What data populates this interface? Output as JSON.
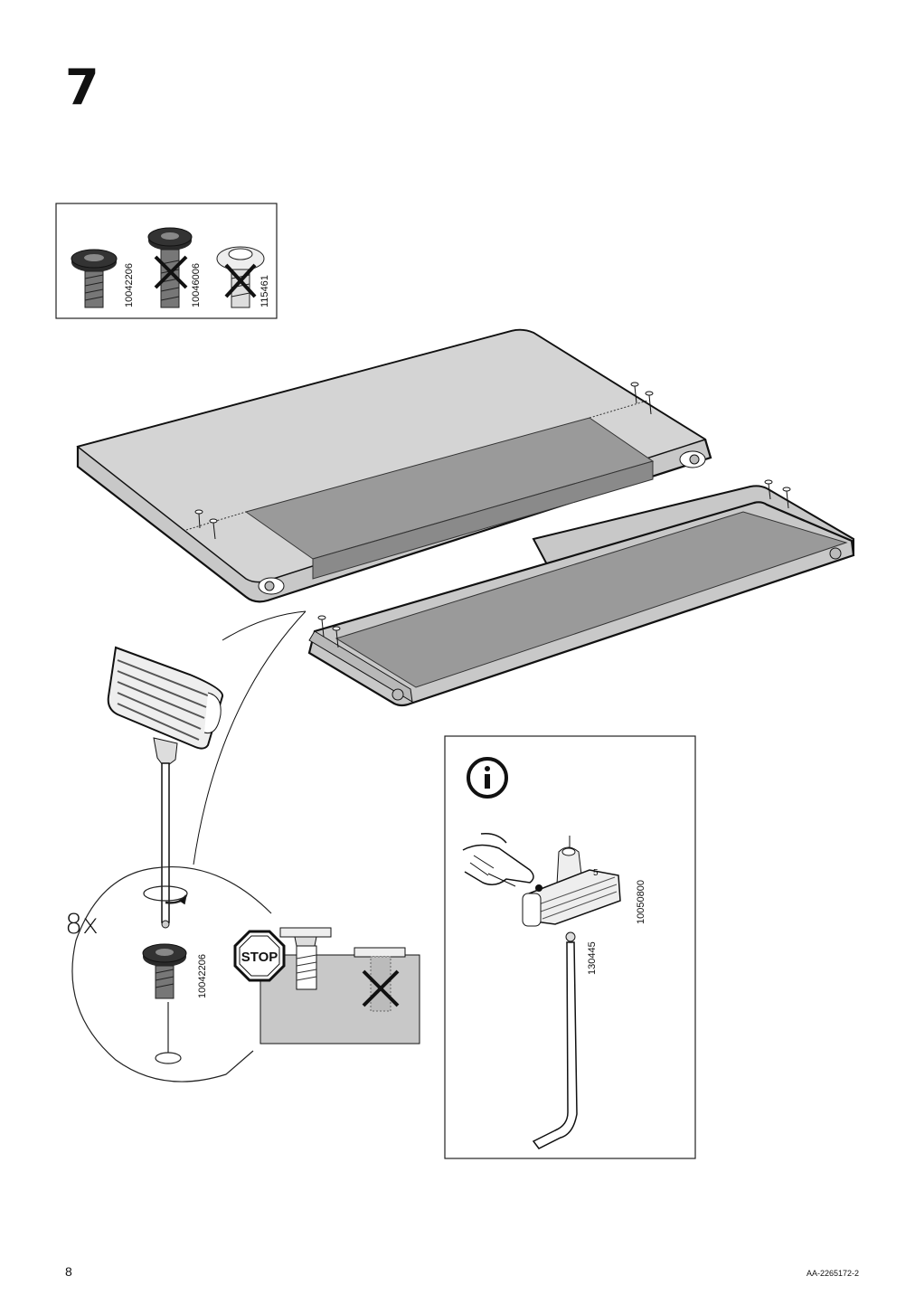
{
  "step": {
    "number": "7"
  },
  "screw_panel": {
    "items": [
      {
        "code": "10042206",
        "correct": true
      },
      {
        "code": "10046006",
        "correct": false
      },
      {
        "code": "115461",
        "correct": false
      }
    ]
  },
  "detail": {
    "quantity": "8x",
    "screw_code": "10042206",
    "stop_label": "STOP"
  },
  "info_box": {
    "tool_code": "10050800",
    "key_code": "130445"
  },
  "footer": {
    "page_number": "8",
    "doc_code": "AA-2265172-2"
  }
}
